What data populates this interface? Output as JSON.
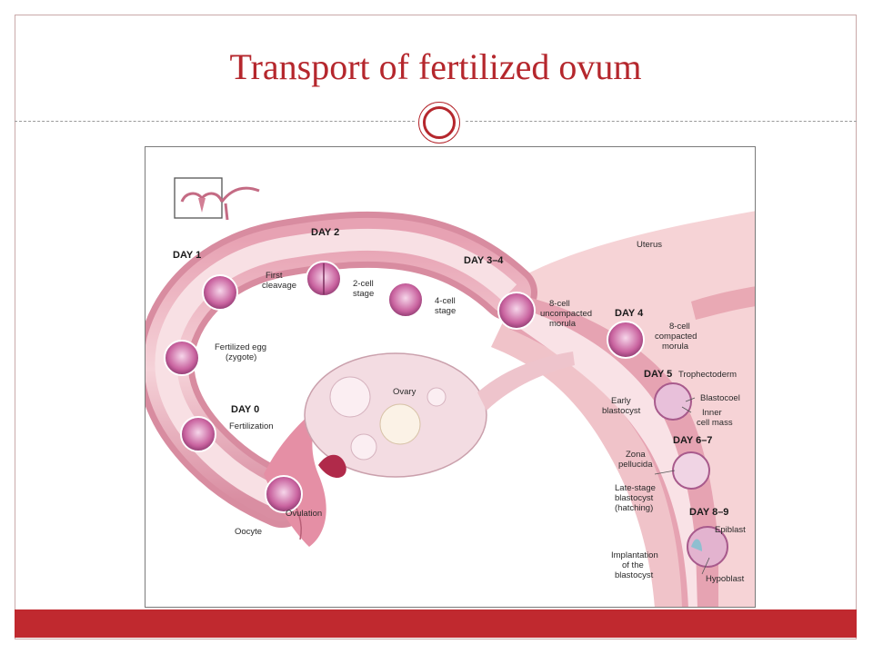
{
  "slide": {
    "title": "Transport of fertilized ovum",
    "accent_color": "#b5272d",
    "footer_color": "#c0292f"
  },
  "figure": {
    "days": {
      "day0": "DAY 0",
      "day1": "DAY 1",
      "day2": "DAY 2",
      "day34": "DAY 3–4",
      "day4": "DAY 4",
      "day5": "DAY 5",
      "day67": "DAY 6–7",
      "day89": "DAY 8–9"
    },
    "labels": {
      "uterus": "Uterus",
      "ovary": "Ovary",
      "first_cleavage_1": "First",
      "first_cleavage_2": "cleavage",
      "two_cell_1": "2-cell",
      "two_cell_2": "stage",
      "four_cell_1": "4-cell",
      "four_cell_2": "stage",
      "eight_uncomp_1": "8-cell",
      "eight_uncomp_2": "uncompacted",
      "eight_uncomp_3": "morula",
      "eight_comp_1": "8-cell",
      "eight_comp_2": "compacted",
      "eight_comp_3": "morula",
      "fert_egg_1": "Fertilized egg",
      "fert_egg_2": "(zygote)",
      "fertilization": "Fertilization",
      "oocyte": "Oocyte",
      "ovulation": "Ovulation",
      "early_blasto_1": "Early",
      "early_blasto_2": "blastocyst",
      "trophectoderm": "Trophectoderm",
      "blastocoel": "Blastocoel",
      "inner_mass_1": "Inner",
      "inner_mass_2": "cell mass",
      "zona_1": "Zona",
      "zona_2": "pellucida",
      "late_blasto_1": "Late-stage",
      "late_blasto_2": "blastocyst",
      "late_blasto_3": "(hatching)",
      "epiblast": "Epiblast",
      "hypoblast": "Hypoblast",
      "implant_1": "Implantation",
      "implant_2": "of the",
      "implant_3": "blastocyst"
    }
  }
}
